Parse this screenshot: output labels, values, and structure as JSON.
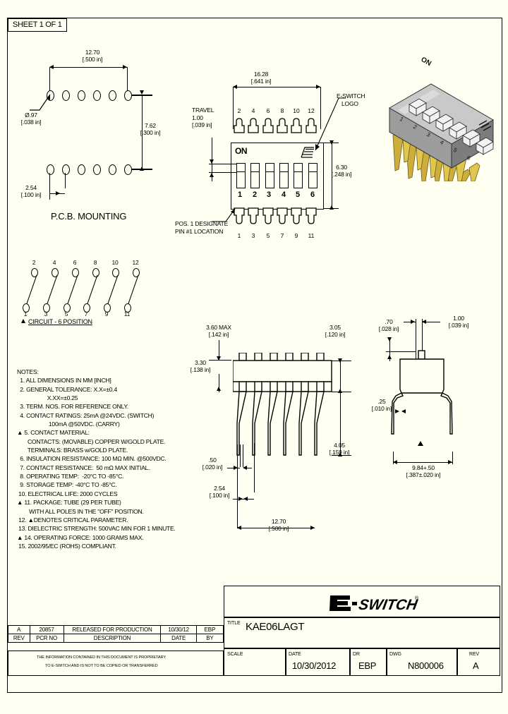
{
  "sheet": {
    "tag": "SHEET 1 OF 1"
  },
  "pcb": {
    "title": "P.C.B. MOUNTING",
    "width_dim": "12.70",
    "width_dim_in": "[.500 in]",
    "hole_dia": "Ø.97",
    "hole_dia_in": "[.038 in]",
    "row_space": "7.62",
    "row_space_in": "[.300 in]",
    "pitch": "2.54",
    "pitch_in": "[.100 in]"
  },
  "circuit": {
    "title": "CIRCUIT - 6 POSITION",
    "top_pins": [
      "2",
      "4",
      "6",
      "8",
      "10",
      "12"
    ],
    "bottom_pins": [
      "1",
      "3",
      "5",
      "7",
      "9",
      "11"
    ]
  },
  "topview": {
    "width_dim": "16.28",
    "width_dim_in": "[.641 in]",
    "height_dim": "6.30",
    "height_dim_in": "[.248 in]",
    "travel_label": "TRAVEL",
    "travel_dim": "1.00",
    "travel_dim_in": "[.039 in]",
    "logo_note_1": "E-SWITCH",
    "logo_note_2": "LOGO",
    "pin1_note_1": "POS. 1 DESIGNATE",
    "pin1_note_2": "PIN #1 LOCATION",
    "on_label": "ON",
    "top_pins": [
      "2",
      "4",
      "6",
      "8",
      "10",
      "12"
    ],
    "bottom_pins": [
      "1",
      "3",
      "5",
      "7",
      "9",
      "11"
    ],
    "positions": [
      "1",
      "2",
      "3",
      "4",
      "5",
      "6"
    ]
  },
  "frontview": {
    "height_max": "3.60 MAX",
    "height_max_in": "[.142 in]",
    "body_h": "3.30",
    "body_h_in": "[.138 in]",
    "right_dim": "3.05",
    "right_dim_in": "[.120 in]",
    "overall_h": "4.05",
    "overall_h_in": "[.159 in]",
    "lead_w": ".50",
    "lead_w_in": "[.020 in]",
    "pitch": "2.54",
    "pitch_in": "[.100 in]",
    "span": "12.70",
    "span_in": "[.500 in]"
  },
  "sideview": {
    "act_w": ".70",
    "act_w_in": "[.028 in]",
    "top_dim": "1.00",
    "top_dim_in": "[.039 in]",
    "lead_t": ".25",
    "lead_t_in": "[.010 in]",
    "span": "9.84+.50",
    "span_in": "[.387±.020 in]"
  },
  "notes": {
    "header": "NOTES:",
    "items": [
      "  1. ALL DIMENSIONS IN MM [INCH]",
      "  2. GENERAL TOLERANCE: X.X=±0.4",
      "                    X.XX=±0.25",
      "  3. TERM. NOS. FOR REFERENCE ONLY.",
      "  4. CONTACT RATINGS: 25mA @24VDC. (SWITCH)",
      "                     100mA @50VDC. (CARRY)",
      "▲ 5. CONTACT MATERIAL:",
      "       CONTACTS: (MOVABLE) COPPER W/GOLD PLATE.",
      "       TERMINALS: BRASS w/GOLD PLATE.",
      "  6. INSULATION RESISTANCE: 100 MΩ MIN. @500VDC.",
      "  7. CONTACT RESISTANCE:  50 mΩ MAX INITIAL.",
      "  8. OPERATING TEMP:  -20°C TO -85°C.",
      "  9. STORAGE TEMP: -40°C TO -85°C.",
      " 10. ELECTRICAL LIFE: 2000 CYCLES",
      "▲ 11. PACKAGE: TUBE (29 PER TUBE)",
      "        WITH ALL POLES IN THE \"OFF\" POSITION.",
      " 12. ▲DENOTES CRITICAL PARAMETER.",
      " 13. DIELECTRIC STRENGTH: 500VAC MIN FOR 1 MINUTE.",
      "▲ 14. OPERATING FORCE: 1000 GRAMS MAX.",
      " 15. 2002/95/EC (ROHS) COMPLIANT."
    ]
  },
  "revision": {
    "rows": [
      {
        "rev": "A",
        "pcr": "20857",
        "description": "RELEASED FOR PRODUCTION",
        "date": "10/30/12",
        "by": "EBP"
      }
    ],
    "headers": {
      "rev": "REV",
      "pcr": "PCR NO",
      "description": "DESCRIPTION",
      "date": "DATE",
      "by": "BY"
    },
    "proprietary_1": "THE INFORMATION CONTAINED IN THIS DOCUMENT IS PROPRIETARY",
    "proprietary_2": "TO E-SWITCH AND IS NOT TO BE COPIED OR TRANSFERRED"
  },
  "titleblock": {
    "brand": "E-SWITCH",
    "brand_mark": "®",
    "title_label": "TITLE",
    "title_value": "KAE06LAGT",
    "scale_label": "SCALE",
    "scale_value": "",
    "date_label": "DATE",
    "date_value": "10/30/2012",
    "dr_label": "DR",
    "dr_value": "EBP",
    "dwg_label": "DWG",
    "dwg_value": "N800006",
    "rev_label": "REV",
    "rev_value": "A"
  },
  "colors": {
    "paper": "#fffff2",
    "ink": "#000000",
    "pin_gold": "#d4b43c",
    "body_gray": "#b8b8b8"
  }
}
